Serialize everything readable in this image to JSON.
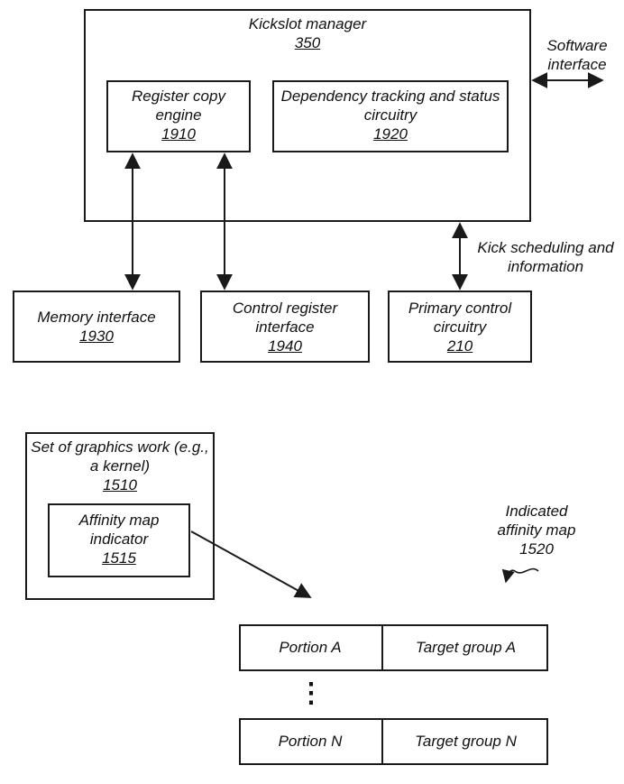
{
  "kickslot": {
    "title": "Kickslot manager",
    "num": "350",
    "software_label_line1": "Software",
    "software_label_line2": "interface",
    "register_copy": {
      "line1": "Register copy",
      "line2": "engine",
      "num": "1910"
    },
    "dependency": {
      "line1": "Dependency tracking and status",
      "line2": "circuitry",
      "num": "1920"
    },
    "kick_label_line1": "Kick scheduling and",
    "kick_label_line2": "information"
  },
  "bottom_boxes": {
    "memory": {
      "line1": "Memory interface",
      "num": "1930"
    },
    "control_reg": {
      "line1": "Control register",
      "line2": "interface",
      "num": "1940"
    },
    "primary": {
      "line1": "Primary control",
      "line2": "circuitry",
      "num": "210"
    }
  },
  "graphics_work": {
    "line1": "Set of graphics work (e.g.,",
    "line2": "a kernel)",
    "num": "1510",
    "affinity_indicator": {
      "line1": "Affinity map",
      "line2": "indicator",
      "num": "1515"
    }
  },
  "affinity_map": {
    "label_line1": "Indicated",
    "label_line2": "affinity map",
    "num": "1520",
    "rows": [
      {
        "portion": "Portion A",
        "target": "Target group A"
      },
      {
        "portion": "Portion N",
        "target": "Target group N"
      }
    ],
    "ellipsis": "⋮"
  }
}
